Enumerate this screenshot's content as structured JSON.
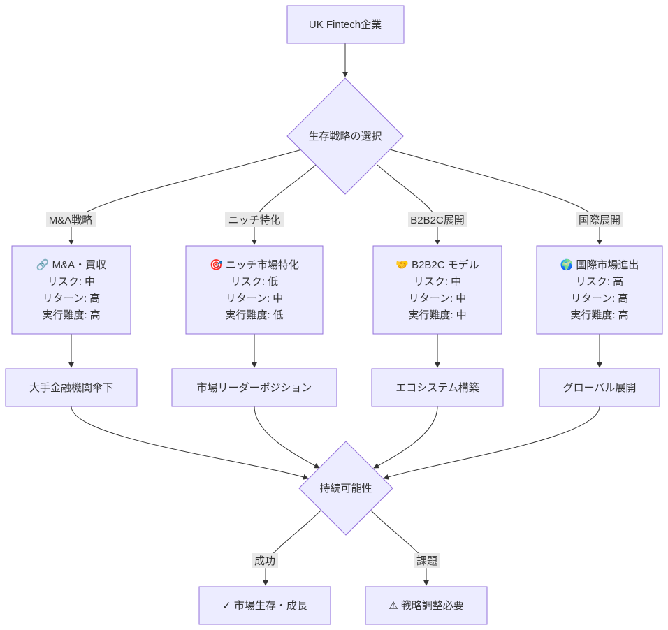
{
  "colors": {
    "node_fill": "#ececff",
    "node_stroke": "#9370db",
    "edge": "#333333",
    "label_bg": "#e8e8e8",
    "text": "#333333"
  },
  "nodes": {
    "start": {
      "label": "UK Fintech企業"
    },
    "decision": {
      "label": "生存戦略の選択"
    },
    "ma": {
      "lines": [
        "🔗 M&A・買収",
        "リスク: 中",
        "リターン: 高",
        "実行難度: 高"
      ]
    },
    "niche": {
      "lines": [
        "🎯 ニッチ市場特化",
        "リスク: 低",
        "リターン: 中",
        "実行難度: 低"
      ]
    },
    "b2b2c": {
      "lines": [
        "🤝 B2B2C モデル",
        "リスク: 中",
        "リターン: 中",
        "実行難度: 中"
      ]
    },
    "intl": {
      "lines": [
        "🌍 国際市場進出",
        "リスク: 高",
        "リターン: 高",
        "実行難度: 高"
      ]
    },
    "ma_out": {
      "label": "大手金融機関傘下"
    },
    "niche_out": {
      "label": "市場リーダーポジション"
    },
    "b2b2c_out": {
      "label": "エコシステム構築"
    },
    "intl_out": {
      "label": "グローバル展開"
    },
    "sustain": {
      "label": "持続可能性"
    },
    "success": {
      "label": "✓ 市場生存・成長"
    },
    "challenge": {
      "label": "⚠ 戦略調整必要"
    }
  },
  "edge_labels": {
    "ma": "M&A戦略",
    "niche": "ニッチ特化",
    "b2b2c": "B2B2C展開",
    "intl": "国際展開",
    "success": "成功",
    "challenge": "課題"
  }
}
